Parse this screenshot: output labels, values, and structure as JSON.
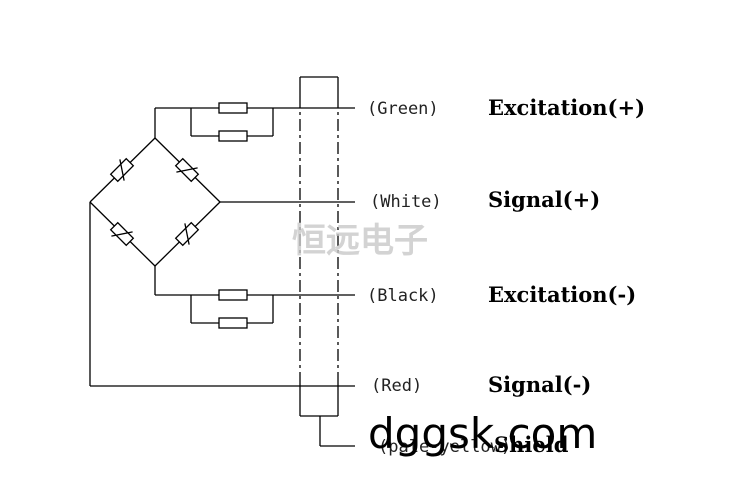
{
  "wires": [
    {
      "color_label": "(Green)",
      "signal": "Excitation(+)"
    },
    {
      "color_label": "(White)",
      "signal": "Signal(+)"
    },
    {
      "color_label": "(Black)",
      "signal": "Excitation(-)"
    },
    {
      "color_label": "(Red)",
      "signal": "Signal(-)"
    },
    {
      "color_label": "(pale-yellow)",
      "signal": "Shield"
    }
  ],
  "watermark": {
    "text_cn": "恒远电子",
    "url": "dggsk.com"
  }
}
